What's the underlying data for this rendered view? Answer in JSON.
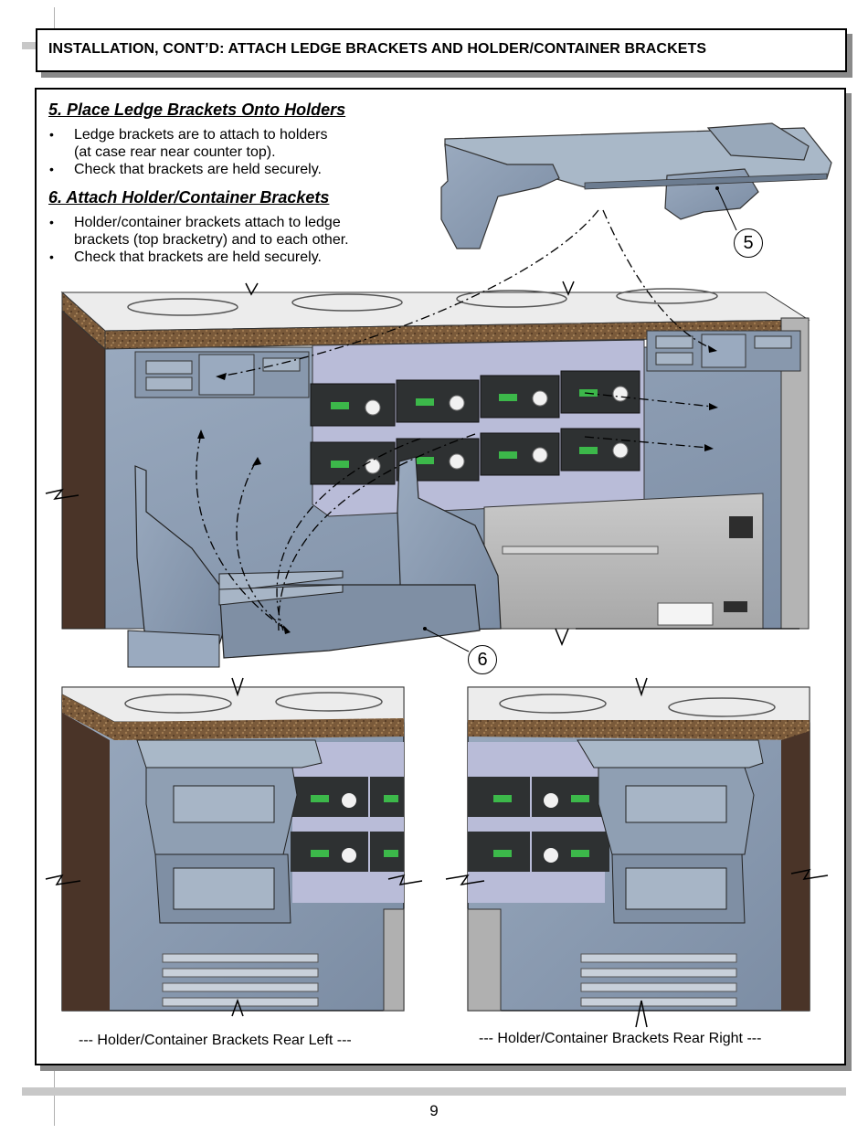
{
  "page": {
    "header": "INSTALLATION, CONT’D: ATTACH LEDGE BRACKETS AND HOLDER/CONTAINER BRACKETS",
    "page_number": "9"
  },
  "step5": {
    "title": "5. Place Ledge Brackets Onto Holders",
    "bullets": [
      {
        "line1": "Ledge brackets are to attach to holders",
        "line2": "(at case rear near counter top)."
      },
      {
        "line1": "Check that brackets are held securely."
      }
    ]
  },
  "step6": {
    "title": "6. Attach Holder/Container Brackets",
    "bullets": [
      {
        "line1": "Holder/container brackets attach to ledge",
        "line2": "brackets (top bracketry) and to each other."
      },
      {
        "line1": "Check that brackets are held securely."
      }
    ]
  },
  "callouts": {
    "ledge": "5",
    "holder": "6"
  },
  "captions": {
    "left": "--- Holder/Container Brackets Rear Left ---",
    "right": "--- Holder/Container Brackets Rear Right ---"
  },
  "colors": {
    "steel": "#8a9bb0",
    "countertop": "#7a5a3a",
    "panel": "#b9bcd8",
    "control_module": "#2e3132",
    "lcd": "#3cb84a"
  }
}
